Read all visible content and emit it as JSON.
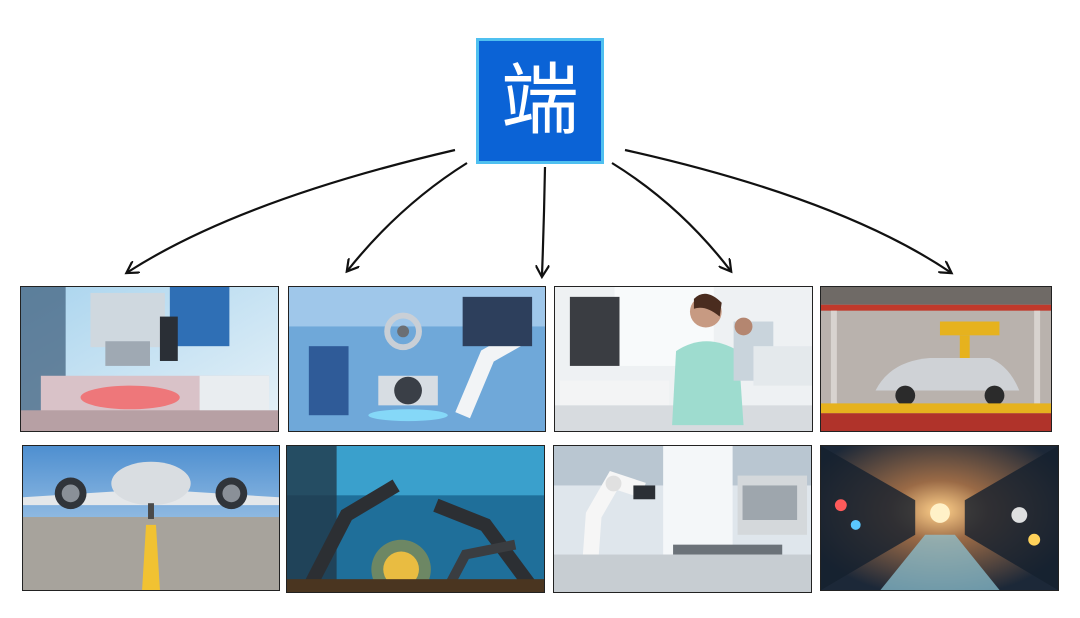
{
  "root": {
    "label": "端",
    "color": "#0b63d6",
    "border_color": "#4fc0f0"
  },
  "arrow_color": "#111111",
  "images": [
    "factory-inspection-equipment-image",
    "robot-arm-assembly-image",
    "medical-staff-terminal-image",
    "car-assembly-line-image",
    "airplane-on-runway-image",
    "welding-robots-image",
    "robot-arm-lab-image",
    "data-center-corridor-image"
  ]
}
